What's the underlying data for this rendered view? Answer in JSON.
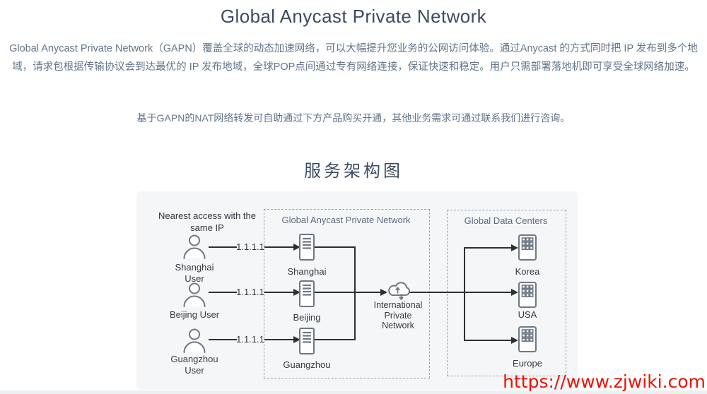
{
  "header": {
    "title": "Global Anycast Private Network",
    "intro": "Global Anycast Private Network（GAPN）覆盖全球的动态加速网络，可以大幅提升您业务的公网访问体验。通过Anycast 的方式同时把 IP 发布到多个地域，请求包根据传输协议会到达最优的 IP 发布地域，全球POP点间通过专有网络连接，保证快速和稳定。用户只需部署落地机即可享受全球网络加速。",
    "note": "基于GAPN的NAT网络转发可自助通过下方产品购买开通，其他业务需求可通过联系我们进行咨询。",
    "section_heading": "服务架构图"
  },
  "diagram": {
    "access_note": "Nearest access with the\nsame IP",
    "users": [
      {
        "name": "Shanghai\nUser",
        "ip": "1.1.1.1"
      },
      {
        "name": "Beijing User",
        "ip": "1.1.1.1"
      },
      {
        "name": "Guangzhou\nUser",
        "ip": "1.1.1.1"
      }
    ],
    "gapn": {
      "title": "Global Anycast Private Network",
      "nodes": [
        "Shanghai",
        "Beijing",
        "Guangzhou"
      ]
    },
    "cloud_label": "International\nPrivate\nNetwork",
    "datacenters": {
      "title": "Global Data Centers",
      "nodes": [
        "Korea",
        "USA",
        "Europe"
      ]
    }
  },
  "watermark": "https://www.zjwiki.com",
  "colors": {
    "heading": "#3d4b61",
    "body_text": "#63748b",
    "panel_bg": "#f5f6f8",
    "line": "#2c3035",
    "icon_stroke": "#6e7884",
    "dashed_border": "#9aa2ac",
    "watermark_red": "#ee1100"
  }
}
